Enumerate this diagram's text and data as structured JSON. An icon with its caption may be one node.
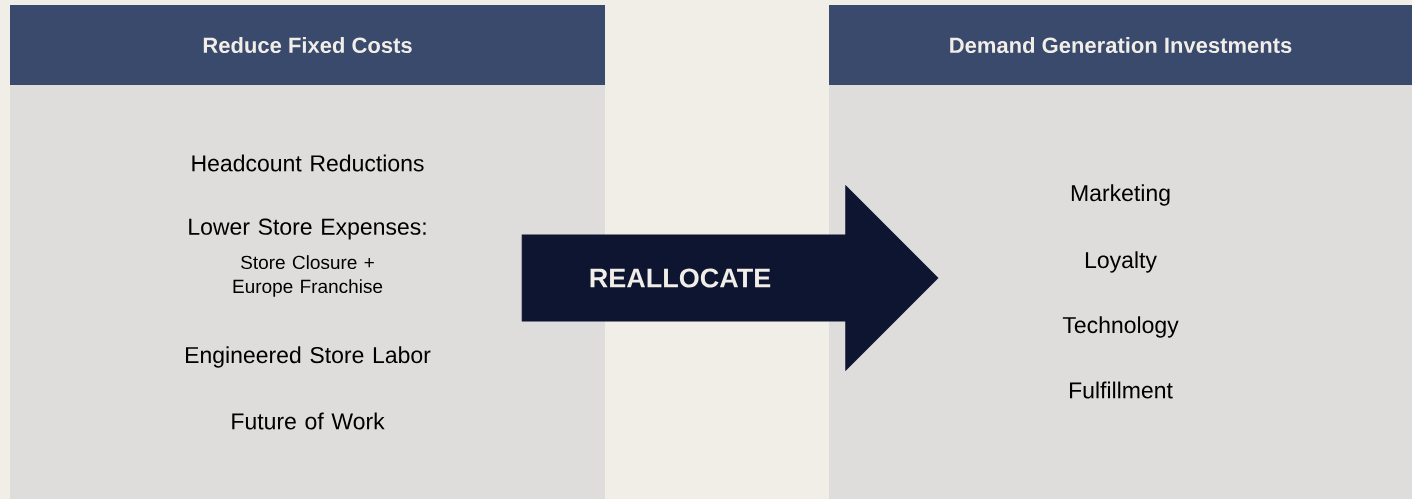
{
  "diagram": {
    "nodes": [
      {
        "text": [
          "Reduce Fixed Costs",
          "Headcount Reductions",
          "Lower Store Expenses:",
          "Store Closure + Europe Franchise",
          "Engineered Store Labor",
          "Future of Work"
        ]
      },
      {
        "text": [
          "Demand Generation Investments",
          "Marketing",
          "Loyalty",
          "Technology",
          "Fulfillment"
        ]
      }
    ],
    "edges": [
      {
        "from": 0,
        "to": 1,
        "arrow": "to",
        "label": "REALLOCATE"
      }
    ]
  }
}
